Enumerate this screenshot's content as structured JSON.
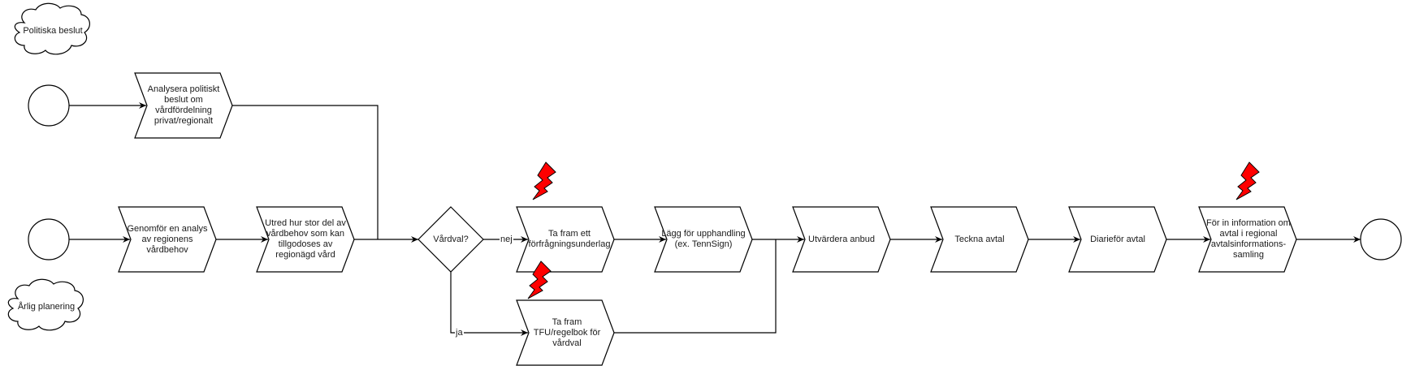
{
  "clouds": [
    {
      "id": "politiska",
      "label": "Politiska beslut"
    },
    {
      "id": "arlig",
      "label": "Årlig planering"
    }
  ],
  "steps": [
    {
      "id": "analysera",
      "label": "Analysera politiskt beslut om vårdfördelning privat/regionalt",
      "risk": false
    },
    {
      "id": "genomfor",
      "label": "Genomför en analys av regionens vårdbehov",
      "risk": false
    },
    {
      "id": "utred",
      "label": "Utred hur stor del av vårdbehov som kan tillgodoses av regionägd vård",
      "risk": false
    },
    {
      "id": "tafram-ett",
      "label": "Ta fram ett förfrågningsunderlag",
      "risk": true
    },
    {
      "id": "tafram-tfu",
      "label": "Ta fram TFU/regelbok för vårdval",
      "risk": true
    },
    {
      "id": "lagg",
      "label": "Lägg för upphandling (ex. TennSign)",
      "risk": false
    },
    {
      "id": "utvardera",
      "label": "Utvärdera anbud",
      "risk": false
    },
    {
      "id": "teckna",
      "label": "Teckna avtal",
      "risk": false
    },
    {
      "id": "diarifor",
      "label": "Diarieför avtal",
      "risk": false
    },
    {
      "id": "forin",
      "label": "För in information om avtal i regional avtalsinformations-samling",
      "risk": true
    }
  ],
  "decision": {
    "label": "Vårdval?",
    "yes": "ja",
    "no": "nej"
  },
  "colors": {
    "risk": "#ff0000",
    "stroke": "#000000",
    "fill": "#ffffff"
  }
}
